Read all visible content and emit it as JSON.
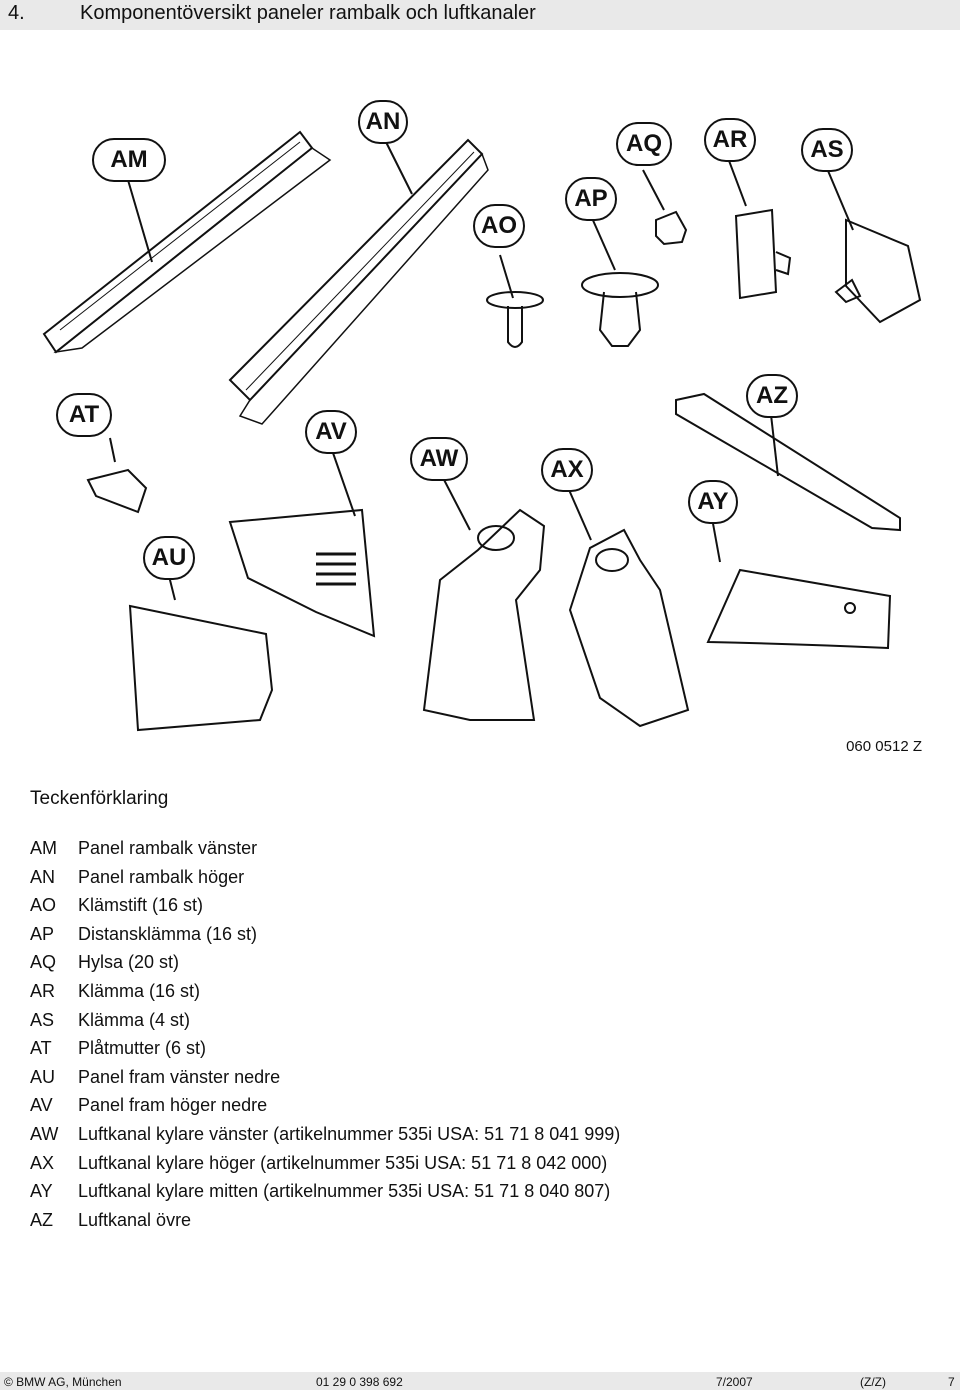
{
  "header": {
    "number": "4.",
    "title": "Komponentöversikt paneler rambalk och luftkanaler"
  },
  "callouts": [
    "AM",
    "AN",
    "AO",
    "AP",
    "AQ",
    "AR",
    "AS",
    "AT",
    "AV",
    "AW",
    "AX",
    "AY",
    "AZ",
    "AU"
  ],
  "figure_ref": "060 0512 Z",
  "legend": {
    "title": "Teckenförklaring",
    "items": [
      {
        "code": "AM",
        "text": "Panel rambalk vänster"
      },
      {
        "code": "AN",
        "text": "Panel rambalk höger"
      },
      {
        "code": "AO",
        "text": "Klämstift (16 st)"
      },
      {
        "code": "AP",
        "text": "Distansklämma (16 st)"
      },
      {
        "code": "AQ",
        "text": "Hylsa (20 st)"
      },
      {
        "code": "AR",
        "text": "Klämma (16 st)"
      },
      {
        "code": "AS",
        "text": "Klämma (4 st)"
      },
      {
        "code": "AT",
        "text": "Plåtmutter (6 st)"
      },
      {
        "code": "AU",
        "text": "Panel fram vänster nedre"
      },
      {
        "code": "AV",
        "text": "Panel fram höger nedre"
      },
      {
        "code": "AW",
        "text": "Luftkanal kylare vänster (artikelnummer 535i USA: 51 71 8 041 999)"
      },
      {
        "code": "AX",
        "text": "Luftkanal kylare höger (artikelnummer 535i USA: 51 71 8 042 000)"
      },
      {
        "code": "AY",
        "text": "Luftkanal kylare mitten (artikelnummer 535i USA: 51 71 8 040 807)"
      },
      {
        "code": "AZ",
        "text": "Luftkanal övre"
      }
    ]
  },
  "footer": {
    "copyright": "© BMW AG, München",
    "doc_number": "01 29 0 398 692",
    "date": "7/2007",
    "code": "(Z/Z)",
    "page": "7"
  }
}
